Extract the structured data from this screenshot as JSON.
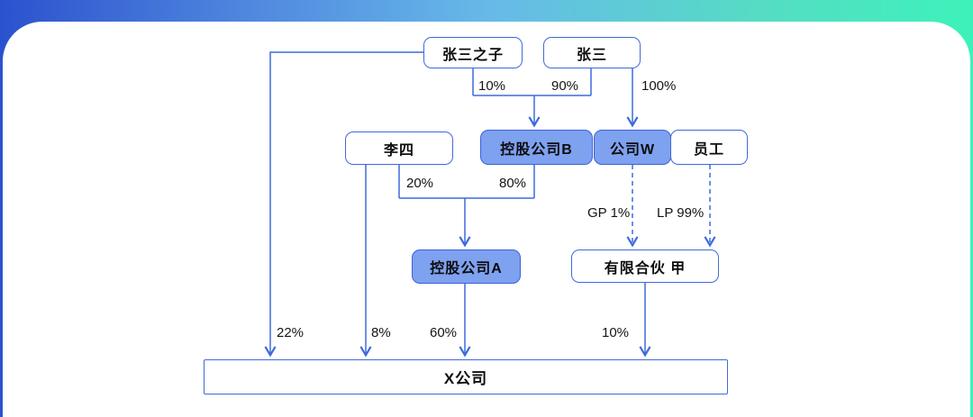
{
  "diagram": {
    "title": "equity-structure-diagram",
    "nodes": {
      "zhangsan_son": {
        "label": "张三之子"
      },
      "zhangsan": {
        "label": "张三"
      },
      "lisi": {
        "label": "李四"
      },
      "holding_b": {
        "label": "控股公司B",
        "highlighted": true
      },
      "company_w": {
        "label": "公司W",
        "highlighted": true
      },
      "employees": {
        "label": "员工"
      },
      "holding_a": {
        "label": "控股公司A",
        "highlighted": true
      },
      "limited_partnership": {
        "label": "有限合伙 甲"
      },
      "company_x": {
        "label": "X公司"
      }
    },
    "edge_labels": {
      "son_to_holding_b": "10%",
      "zhangsan_to_holding_b": "90%",
      "zhangsan_to_company_w": "100%",
      "lisi_to_holding_a": "20%",
      "holding_b_to_holding_a": "80%",
      "gp_share": "GP 1%",
      "lp_share": "LP 99%",
      "son_to_x": "22%",
      "lisi_to_x": "8%",
      "holding_a_to_x": "60%",
      "partnership_to_x": "10%"
    },
    "colors": {
      "line_blue": "#3D6BDC",
      "node_border": "#4169D9",
      "node_fill_highlight": "#7EA1F0",
      "node_fill": "#FFFFFF",
      "text": "#141414",
      "gradient_left": "#2B52CE",
      "gradient_mid": "#67B9E9",
      "gradient_right": "#3DF2BA"
    }
  }
}
